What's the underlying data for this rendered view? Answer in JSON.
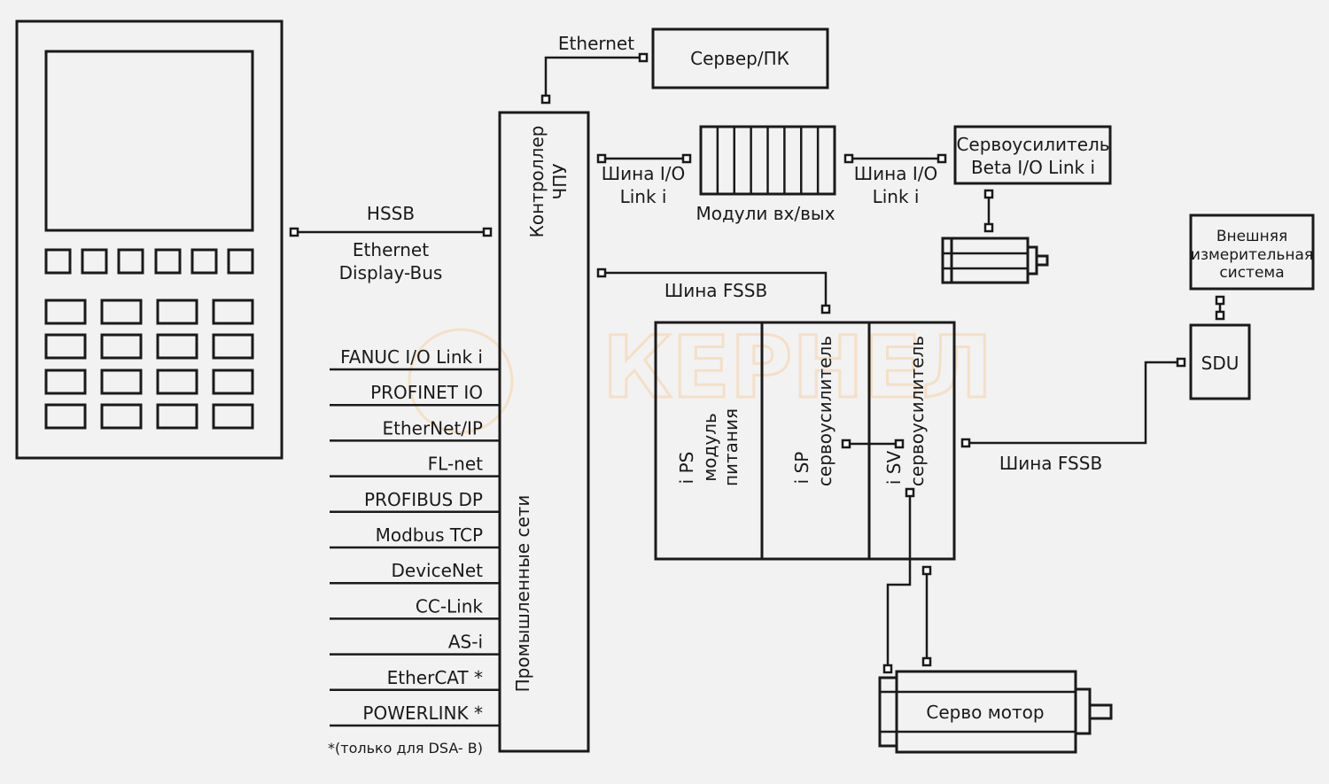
{
  "watermark": "КЕРНЕЛ",
  "hmi": {
    "bus_top": "HSSB",
    "bus_bottom_1": "Ethernet",
    "bus_bottom_2": "Display-Bus"
  },
  "cnc": {
    "label_1": "Контроллер",
    "label_2": "ЧПУ",
    "networks_label": "Промышленные сети"
  },
  "server": {
    "link": "Ethernet",
    "label": "Сервер/ПК"
  },
  "io_modules": {
    "bus_1": "Шина I/O",
    "bus_2": "Link i",
    "label": "Модули вх/вых"
  },
  "io_bus_right": {
    "line_1": "Шина I/O",
    "line_2": "Link i"
  },
  "beta_amp": {
    "line_1": "Сервоусилитель",
    "line_2": "Beta I/O Link i"
  },
  "fssb_top": "Шина FSSB",
  "fssb_right": "Шина FSSB",
  "drive": {
    "ps_1": "i PS",
    "ps_2": "модуль",
    "ps_3": "питания",
    "sp_1": "i SP",
    "sp_2": "сервоусилитель",
    "sv_1": "i SV",
    "sv_2": "сервоусилитель"
  },
  "external": {
    "line_1": "Внешняя",
    "line_2": "измерительная",
    "line_3": "система"
  },
  "sdu": "SDU",
  "servo_motor": "Серво мотор",
  "networks": [
    "FANUC I/O Link i",
    "PROFINET IO",
    "EtherNet/IP",
    "FL-net",
    "PROFIBUS DP",
    "Modbus TCP",
    "DeviceNet",
    "CC-Link",
    "AS-i",
    "EtherCAT *",
    "POWERLINK *"
  ],
  "footnote": "*(только для DSA- B)"
}
